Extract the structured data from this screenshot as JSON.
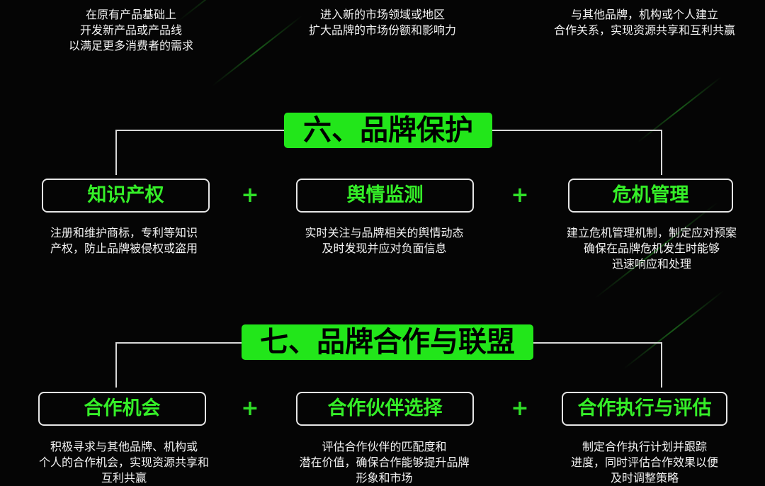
{
  "top_descriptions": [
    {
      "lines": [
        "在原有产品基础上",
        "开发新产品或产品线",
        "以满足更多消费者的需求"
      ]
    },
    {
      "lines": [
        "进入新的市场领域或地区",
        "扩大品牌的市场份额和影响力"
      ]
    },
    {
      "lines": [
        "与其他品牌，机构或个人建立",
        "合作关系，实现资源共享和互利共赢"
      ]
    }
  ],
  "section6": {
    "title": "六、品牌保护",
    "items": [
      {
        "label": "知识产权",
        "lines": [
          "注册和维护商标，专利等知识",
          "产权，防止品牌被侵权或盗用"
        ]
      },
      {
        "label": "舆情监测",
        "lines": [
          "实时关注与品牌相关的舆情动态",
          "及时发现并应对负面信息"
        ]
      },
      {
        "label": "危机管理",
        "lines": [
          "建立危机管理机制，制定应对预案",
          "确保在品牌危机发生时能够",
          "迅速响应和处理"
        ]
      }
    ]
  },
  "section7": {
    "title": "七、品牌合作与联盟",
    "items": [
      {
        "label": "合作机会",
        "lines": [
          "积极寻求与其他品牌、机构或",
          "个人的合作机会，实现资源共享和",
          "互利共赢"
        ]
      },
      {
        "label": "合作伙伴选择",
        "lines": [
          "评估合作伙伴的匹配度和",
          "潜在价值，确保合作能够提升品牌",
          "形象和市场"
        ]
      },
      {
        "label": "合作执行与评估",
        "lines": [
          "制定合作执行计划并跟踪",
          "进度，同时评估合作效果以便",
          "及时调整策略"
        ]
      }
    ]
  },
  "plus_symbol": "+",
  "colors": {
    "accent": "#22e61a",
    "background": "#050505",
    "text": "#ffffff"
  }
}
